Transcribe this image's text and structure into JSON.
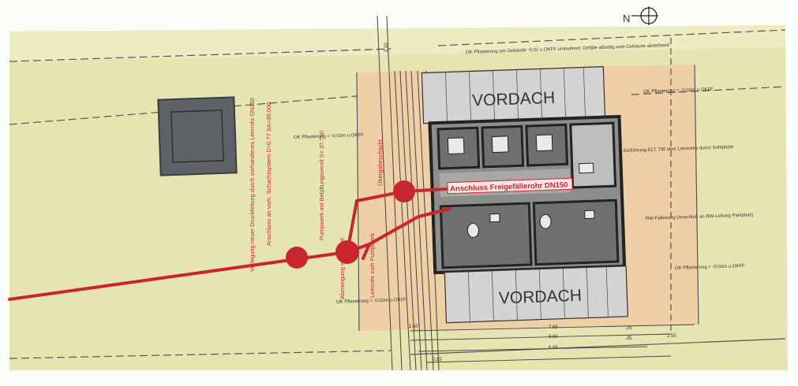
{
  "north_label": "N",
  "roof_top": "VORDACH",
  "roof_bottom": "VORDACH",
  "pipe_label": "Anschluss Freigefällerohr DN150",
  "red_labels": {
    "pressure_line": "Verlegung neuer Druckleitung durch vorhandenes Leerrohr DN250",
    "connection": "Anschluss an vorh. Schachtsystem D=0.77 SA=39.000",
    "pump": "Pumpwerk mit Belüftungsventil S= 37.750",
    "transfer_shaft": "Übergabeschacht",
    "branch": "Abzweigung mit Deckel",
    "empty_pipe": "Leerrohr zum Pumpwerk"
  },
  "notes": {
    "paving_top": "OK Pflasterung am Gebäude -0,02 u.OKFF umlaufend; Gefälle allseitig vom Gebäude abstehend",
    "paving_right_top": "OK Pflasterung = -0,02m u.OKFF",
    "paving_left": "OK Pflasterung = -0,02m u.OKFF",
    "service_entry": "Einführung ELT, TW über Leerrohre durch Sohlplatte",
    "rain_drain": "RW-Falleitung (Anschluß an RW-Leitung Parkplatz)",
    "paving_right_bottom": "OK Pflasterung = -0,02m u.OKFF",
    "paving_bottom": "OK Pflasterung = -0,02m u.OKFF"
  },
  "dims": {
    "top": "2.00",
    "d1": "7.65",
    "d2": "6.80",
    "d3": "6.85",
    "d4": "2.85",
    "d5": "2.55",
    "d6": "2.60",
    "d7": ".25",
    "d8": ".25"
  },
  "colors": {
    "site_fill": "#e6e5b2",
    "zone_fill": "#efcfa6",
    "pipe_red": "#c8262e",
    "wall": "#2d2d2d",
    "room_gray": "#6f7070",
    "roof_fill": "#d3d3d1"
  }
}
